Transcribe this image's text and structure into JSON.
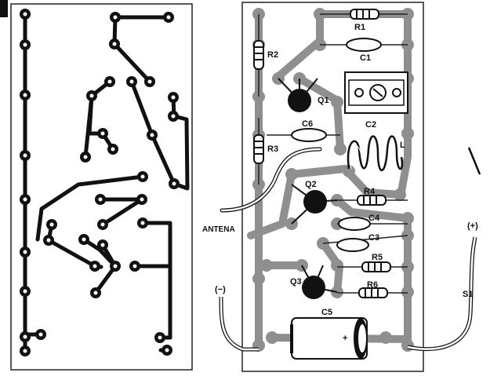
{
  "labels": {
    "r1": "R1",
    "r2": "R2",
    "r3": "R3",
    "r4": "R4",
    "r5": "R5",
    "r6": "R6",
    "c1": "C1",
    "c2": "C2",
    "c3": "C3",
    "c4": "C4",
    "c5": "C5",
    "c6": "C6",
    "q1": "Q1",
    "q2": "Q2",
    "q3": "Q3",
    "l": "L",
    "s1": "S1",
    "antena": "ANTENA",
    "neg": "(−)",
    "pos": "(+)",
    "plus": "+"
  }
}
